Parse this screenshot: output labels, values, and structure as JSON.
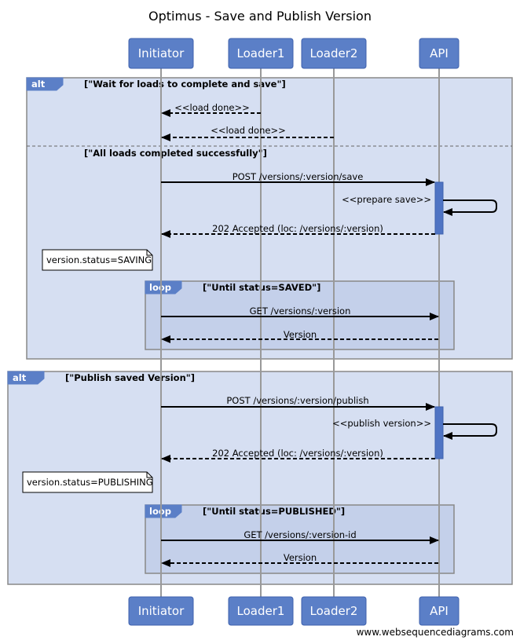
{
  "title": "Optimus - Save and Publish Version",
  "participants": {
    "initiator": "Initiator",
    "loader1": "Loader1",
    "loader2": "Loader2",
    "api": "API"
  },
  "frame1": {
    "keyword": "alt",
    "guard": "[\"Wait for loads to complete and save\"]",
    "msg_load_done_1": "<<load done>>",
    "msg_load_done_2": "<<load done>>",
    "else_guard": "[\"All loads completed successfully\"]",
    "msg_post_save": "POST /versions/:version/save",
    "msg_prepare_save": "<<prepare save>>",
    "msg_accepted": "202 Accepted (loc: /versions/:version)",
    "note": "version.status=SAVING",
    "loop": {
      "keyword": "loop",
      "guard": "[\"Until status=SAVED\"]",
      "msg_get": "GET /versions/:version",
      "msg_version": "Version"
    }
  },
  "frame2": {
    "keyword": "alt",
    "guard": "[\"Publish saved Version\"]",
    "msg_post_publish": "POST /versions/:version/publish",
    "msg_publish_version": "<<publish version>>",
    "msg_accepted": "202 Accepted (loc: /versions/:version)",
    "note": "version.status=PUBLISHING",
    "loop": {
      "keyword": "loop",
      "guard": "[\"Until status=PUBLISHED\"]",
      "msg_get": "GET /versions/:version-id",
      "msg_version": "Version"
    }
  },
  "footer": "www.websequencediagrams.com",
  "colors": {
    "participant_fill": "#5b7fc7",
    "frame_outer": "#d6dff2",
    "frame_inner": "#c4d0ea",
    "activation": "#4f74c4"
  }
}
